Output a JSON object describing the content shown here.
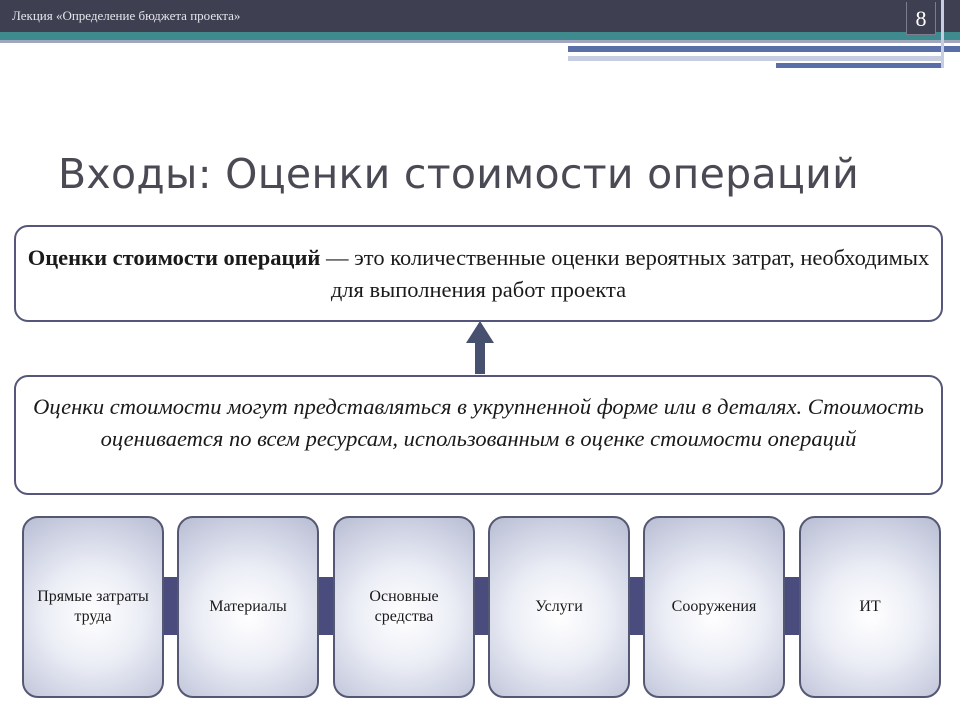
{
  "header": {
    "lecture": "Лекция «Определение бюджета проекта»",
    "slide_number": "8"
  },
  "title": "Входы: Оценки стоимости операций",
  "definition": {
    "term": "Оценки стоимости операций",
    "text": " — это количественные оценки вероятных затрат, необходимых для выполнения работ проекта"
  },
  "note": "Оценки стоимости могут представляться в укрупненной форме или в деталях. Стоимость оценивается по всем ресурсам, использованным в оценке стоимости операций",
  "resources": [
    {
      "label": "Прямые затраты труда"
    },
    {
      "label": "Материалы"
    },
    {
      "label": "Основные средства"
    },
    {
      "label": "Услуги"
    },
    {
      "label": "Сооружения"
    },
    {
      "label": "ИТ"
    }
  ],
  "colors": {
    "header": "#3f3f52",
    "teal": "#3f8a8c",
    "accent": "#5a6fa8",
    "connector": "#4b4c7e"
  }
}
